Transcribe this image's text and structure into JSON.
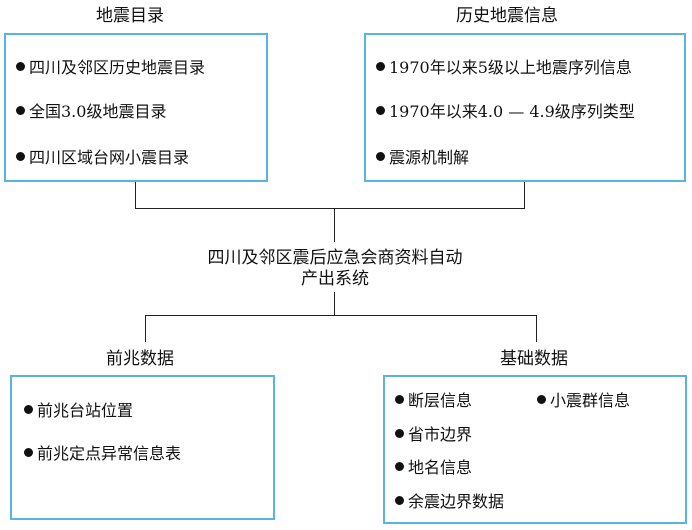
{
  "center": {
    "line1": "四川及邻区震后应急会商资料自动",
    "line2": "产出系统"
  },
  "catalog": {
    "title": "地震目录",
    "items": [
      "四川及邻区历史地震目录",
      "全国3.0级地震目录",
      "四川区域台网小震目录"
    ]
  },
  "history": {
    "title": "历史地震信息",
    "items": [
      "1970年以来5级以上地震序列信息",
      "1970年以来4.0 — 4.9级序列类型",
      "震源机制解"
    ]
  },
  "precursor": {
    "title": "前兆数据",
    "items": [
      "前兆台站位置",
      "前兆定点异常信息表"
    ]
  },
  "basic": {
    "title": "基础数据",
    "items": [
      "断层信息",
      "小震群信息",
      "省市边界",
      "地名信息",
      "余震边界数据"
    ]
  },
  "colors": {
    "box_border": "#58b6de",
    "text": "#111111",
    "line": "#222222"
  }
}
